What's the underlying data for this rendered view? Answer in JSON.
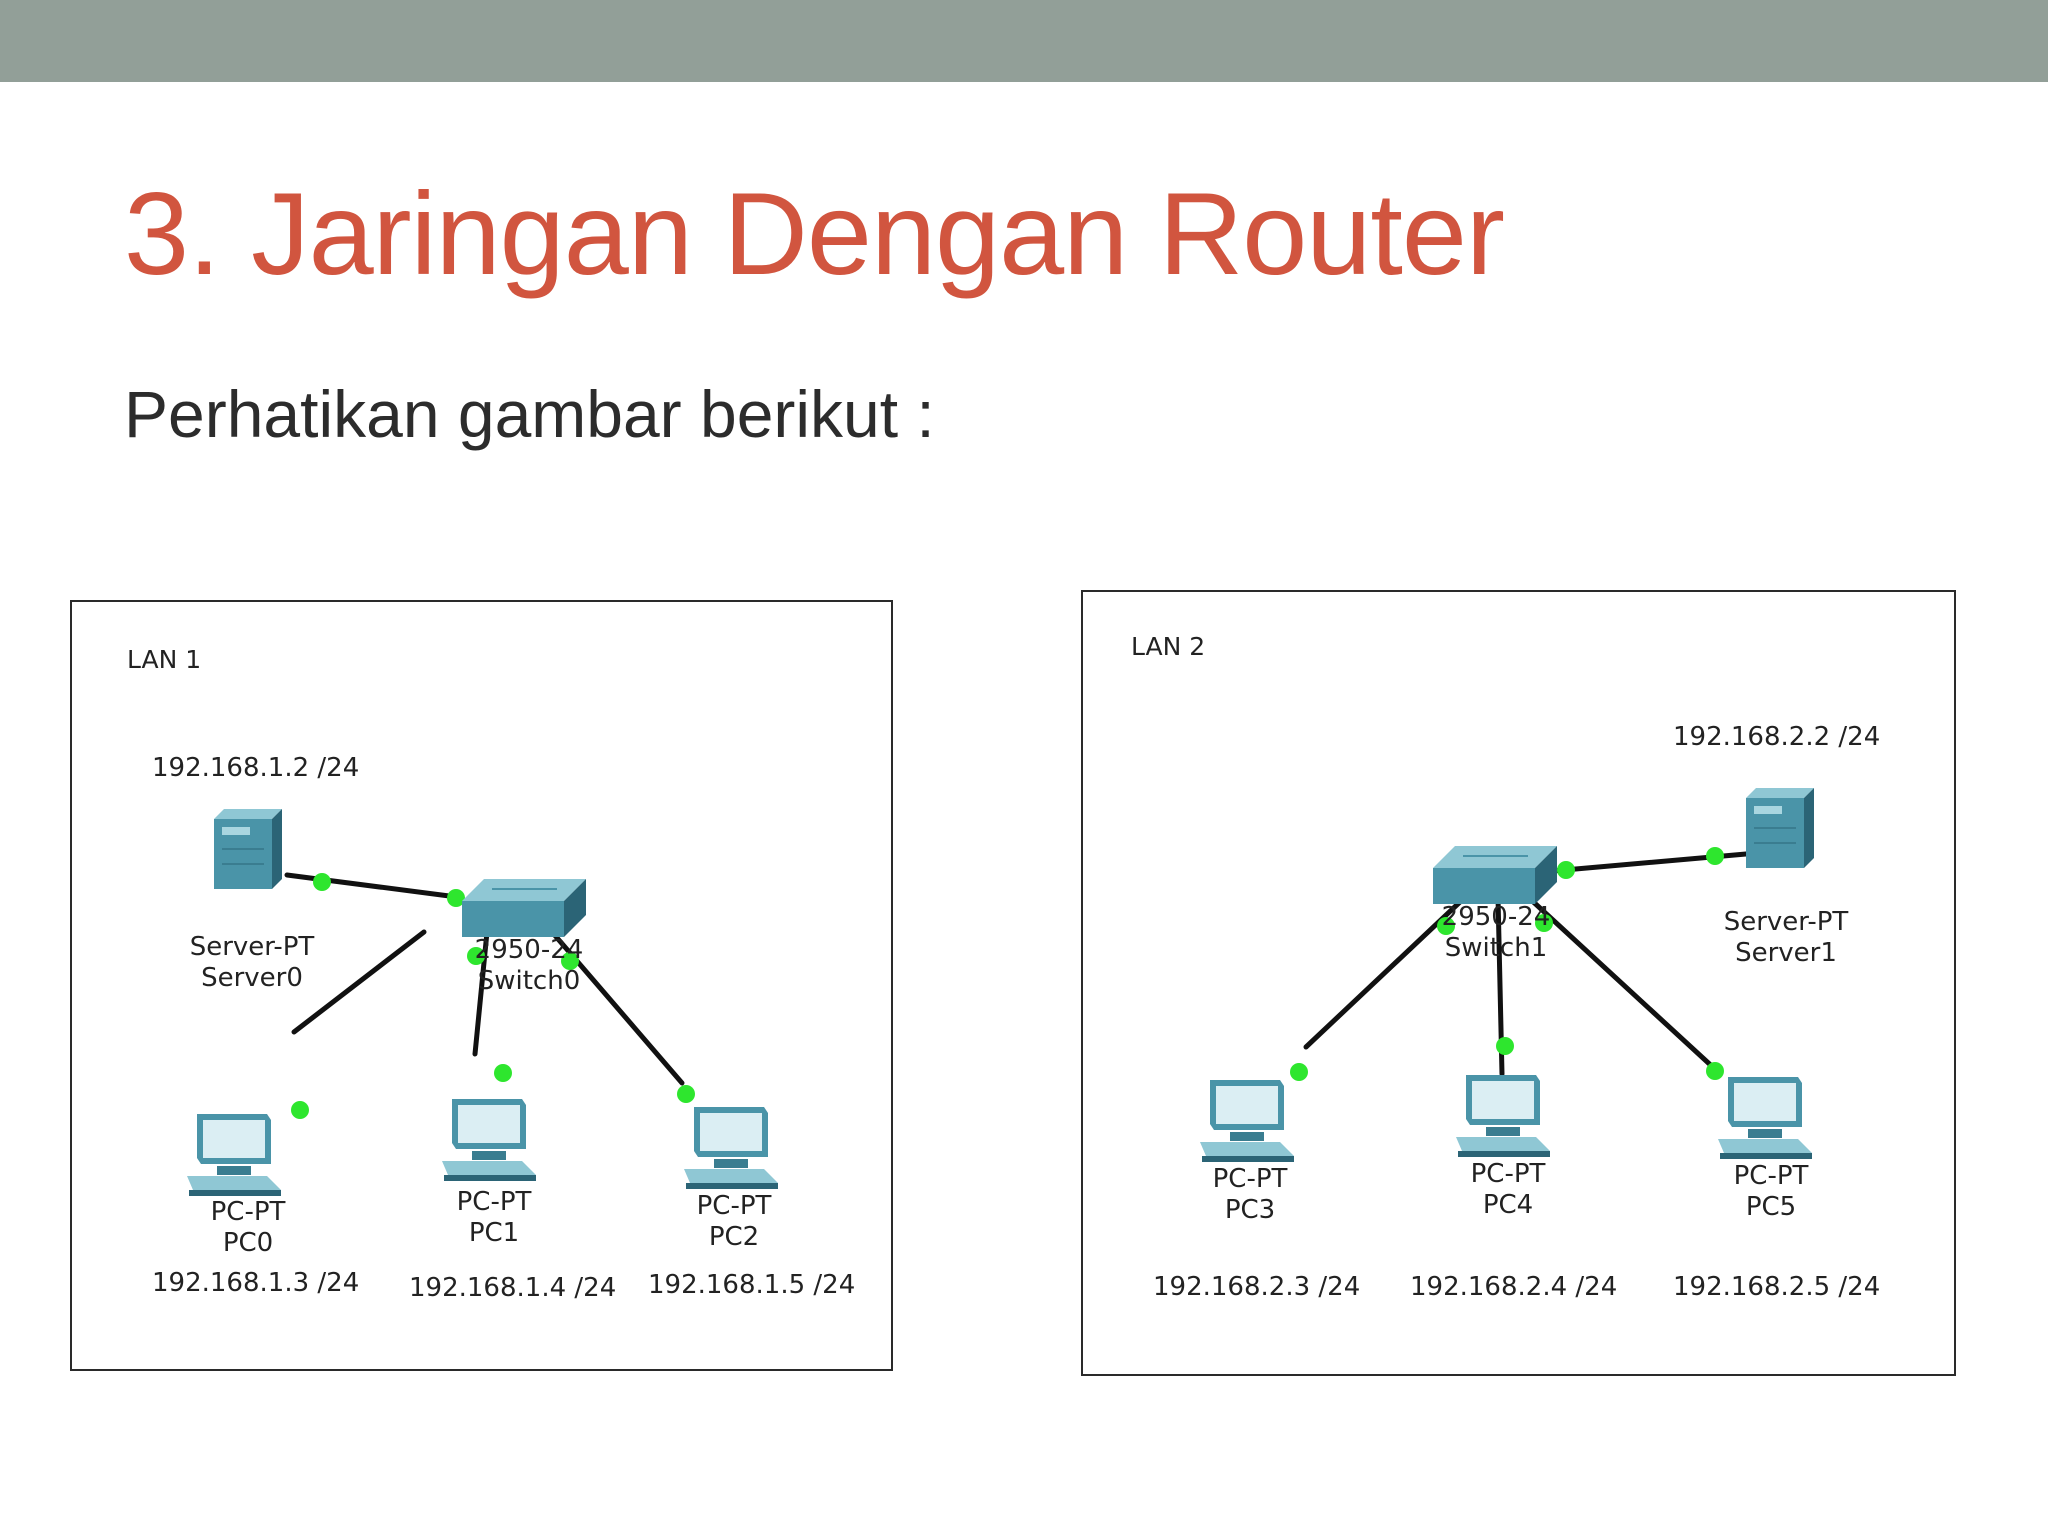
{
  "slide": {
    "title": "3. Jaringan Dengan Router",
    "subtitle": "Perhatikan gambar berikut :"
  },
  "colors": {
    "top_bar": "#929f98",
    "title": "#d1553f",
    "device_teal": "#4a94a8",
    "link_dot": "#2ee62e",
    "link_line": "#111111"
  },
  "lans": [
    {
      "title": "LAN 1",
      "server": {
        "type": "Server-PT",
        "name": "Server0",
        "ip": "192.168.1.2 /24",
        "icon": "server-icon"
      },
      "switch": {
        "type": "2950-24",
        "name": "Switch0",
        "icon": "switch-icon"
      },
      "pcs": [
        {
          "type": "PC-PT",
          "name": "PC0",
          "ip": "192.168.1.3 /24",
          "icon": "pc-icon"
        },
        {
          "type": "PC-PT",
          "name": "PC1",
          "ip": "192.168.1.4 /24",
          "icon": "pc-icon"
        },
        {
          "type": "PC-PT",
          "name": "PC2",
          "ip": "192.168.1.5 /24",
          "icon": "pc-icon"
        }
      ]
    },
    {
      "title": "LAN 2",
      "server": {
        "type": "Server-PT",
        "name": "Server1",
        "ip": "192.168.2.2 /24",
        "icon": "server-icon"
      },
      "switch": {
        "type": "2950-24",
        "name": "Switch1",
        "icon": "switch-icon"
      },
      "pcs": [
        {
          "type": "PC-PT",
          "name": "PC3",
          "ip": "192.168.2.3 /24",
          "icon": "pc-icon"
        },
        {
          "type": "PC-PT",
          "name": "PC4",
          "ip": "192.168.2.4 /24",
          "icon": "pc-icon"
        },
        {
          "type": "PC-PT",
          "name": "PC5",
          "ip": "192.168.2.5 /24",
          "icon": "pc-icon"
        }
      ]
    }
  ]
}
